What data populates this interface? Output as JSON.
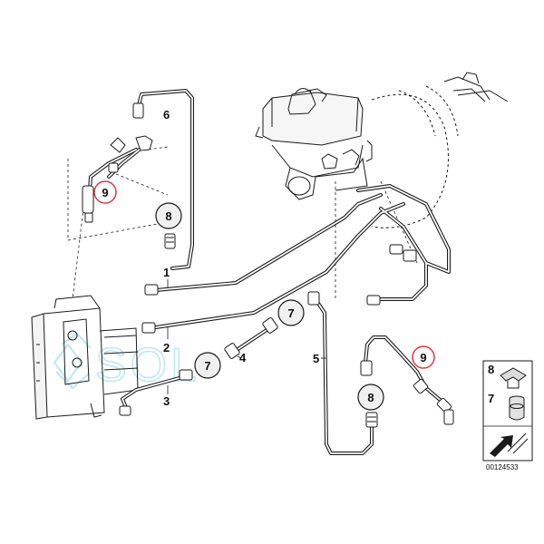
{
  "diagram": {
    "callouts": {
      "c6": "6",
      "c9_left": "9",
      "c8_left": "8",
      "c1": "1",
      "c2": "2",
      "c3": "3",
      "c4": "4",
      "c5": "5",
      "c7_center": "7",
      "c7_left": "7",
      "c8_right": "8",
      "c9_right": "9"
    },
    "highlight_color": "#e0393e",
    "line_color": "#1a1a1a",
    "legend": {
      "item_8": "8",
      "item_7": "7",
      "part_number": "00124533"
    },
    "watermark": "SOL"
  }
}
